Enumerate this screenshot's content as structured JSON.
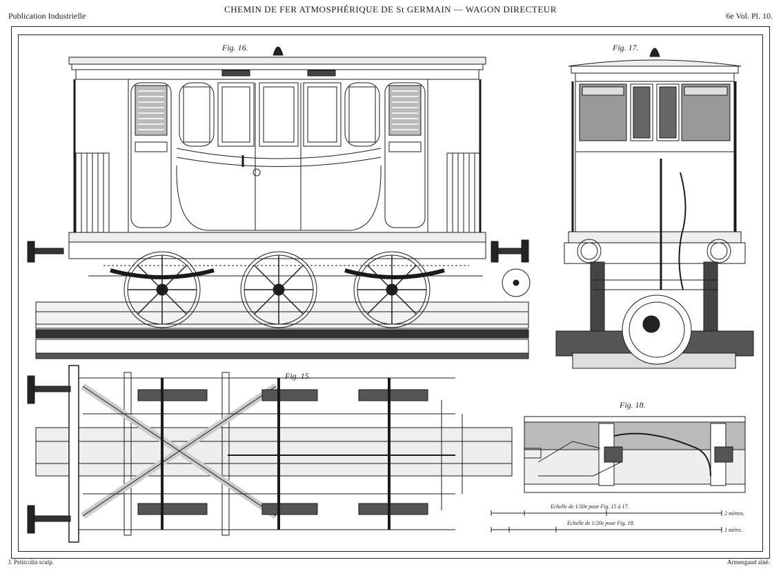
{
  "header": {
    "title": "CHEMIN DE FER ATMOSPHÉRIQUE DE St GERMAIN — WAGON DIRECTEUR",
    "publisher": "Publication Industrielle",
    "volume": "6e Vol. Pl. 10."
  },
  "figures": {
    "fig16": "Fig. 16.",
    "fig17": "Fig. 17.",
    "fig15": "Fig. 15.",
    "fig18": "Fig. 18."
  },
  "scales": {
    "scale1_label": "Echelle de 1/30e pour Fig. 15 à 17.",
    "scale1_unit": "2 mètres.",
    "scale2_label": "Echelle de 1/20e pour Fig. 18.",
    "scale2_unit": "1 mètre."
  },
  "footer": {
    "engraver": "J. Petitcolin sculp.",
    "author": "Armengaud aîné."
  },
  "colors": {
    "ink": "#1a1a1a",
    "paper": "#ffffff"
  }
}
